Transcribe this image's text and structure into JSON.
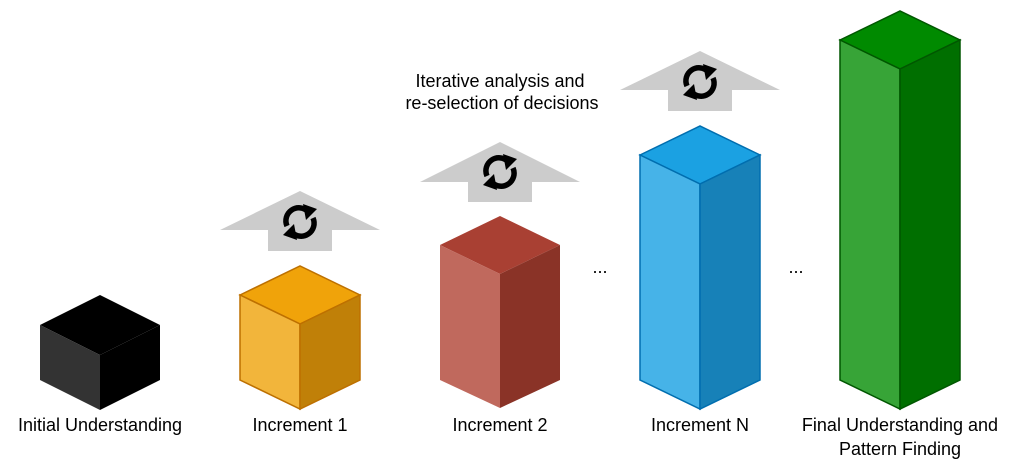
{
  "annotation": {
    "line1": "Iterative analysis and",
    "line2": "re-selection of decisions"
  },
  "ellipses": [
    "...",
    "..."
  ],
  "stages": [
    {
      "id": "initial",
      "label": "Initial Understanding",
      "colors": {
        "front": "#333333",
        "side": "#000000",
        "top": "#000000"
      },
      "iteration_arrow": false
    },
    {
      "id": "increment-1",
      "label": "Increment 1",
      "colors": {
        "front": "#F2B53B",
        "side": "#C08008",
        "top": "#F0A30A"
      },
      "iteration_arrow": true
    },
    {
      "id": "increment-2",
      "label": "Increment 2",
      "colors": {
        "front": "#C0695D",
        "side": "#8A3327",
        "top": "#A94033"
      },
      "iteration_arrow": true
    },
    {
      "id": "increment-n",
      "label": "Increment N",
      "colors": {
        "front": "#46B3E8",
        "side": "#1781B8",
        "top": "#1BA1E2"
      },
      "iteration_arrow": true
    },
    {
      "id": "final",
      "label_lines": [
        "Final Understanding and",
        "Pattern Finding"
      ],
      "colors": {
        "front": "#37A437",
        "side": "#006F00",
        "top": "#008A00"
      },
      "iteration_arrow": false
    }
  ],
  "arrow_color": "#CCCCCC",
  "cycle_icon": "refresh-icon"
}
